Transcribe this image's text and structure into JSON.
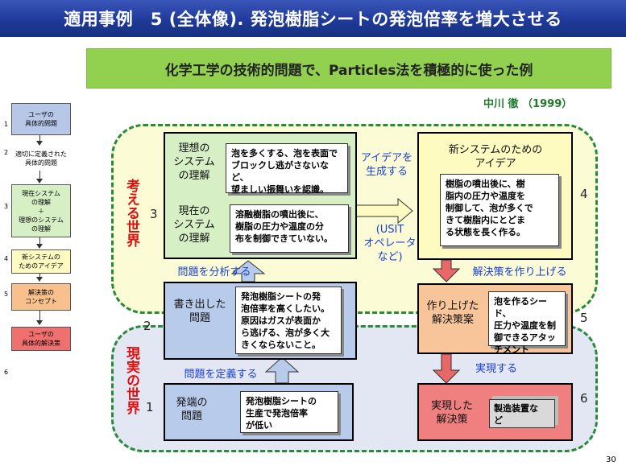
{
  "title": "適用事例　5 (全体像).  発泡樹脂シートの発泡倍率を増大させる",
  "subtitle": "化学工学の技術的問題で、Particles法を積極的に使った例",
  "author": "中川 徹 （1999）",
  "page_number": "30",
  "left_flow": {
    "numbers": [
      "1",
      "2",
      "3",
      "4",
      "5",
      "6"
    ],
    "steps": [
      {
        "label": "ユーザの\n具体的問題",
        "color": "#b7c7e8"
      },
      {
        "label": "適切に定義された\n具体的問題",
        "color": "#ffffff"
      },
      {
        "label": "現在システム\nの理解\n＋\n理想のシステム\nの理解",
        "color": "#d6efc4"
      },
      {
        "label": "新システムの\nためのアイデア",
        "color": "#fdfbc0"
      },
      {
        "label": "解決策の\nコンセプト",
        "color": "#f8c08c"
      },
      {
        "label": "ユーザの\n具体的解決策",
        "color": "#f07070"
      }
    ]
  },
  "regions": {
    "think_world": "考える世界",
    "real_world": "現実の世界"
  },
  "numbers": {
    "n1": "1",
    "n2": "2",
    "n3": "3",
    "n4": "4",
    "n5": "5",
    "n6": "6"
  },
  "boxes": {
    "ideal_label": "理想の\nシステム\nの理解",
    "ideal_text": "泡を多くする、泡を表面で\nブロックし逃がさないなど、\n望ましい振舞いを認識。",
    "current_label": "現在の\nシステム\nの理解",
    "current_text": "溶融樹脂の噴出後に、\n樹脂の圧力や温度の分\n布を制御できていない。",
    "written_label": "書き出した\n問題",
    "written_text": "発泡樹脂シートの発\n泡倍率を高くしたい。\n原因はガスが表面か\nら逃げる、泡が多く大\nきくならないこと。",
    "origin_label": "発端の\n問題",
    "origin_text": "発泡樹脂シートの\n生産で発泡倍率\nが低い",
    "idea_label": "新システムのための\nアイデア",
    "idea_text": "樹脂の噴出後に、樹\n脂内の圧力や温度を\n制御して、泡が多くで\nきて樹脂内にとどま\nる状態を長く作る。",
    "solution_label": "作り上げた\n解決策案",
    "solution_text": "泡を作るシード、\n圧力や温度を制\n御できるアタッ\nチメント",
    "realized_label": "実現した\n解決策",
    "realized_text": "製造装置な\nど"
  },
  "arrows": {
    "define_problem": "問題を定義する",
    "analyze_problem": "問題を分析する",
    "generate_idea": "アイデアを\n生成する",
    "usit": "(USIT\nオペレータ\nなど)",
    "build_solution": "解決策を作り上げる",
    "realize": "実現する"
  },
  "colors": {
    "title_bar": "#1f3a9a",
    "banner": "#92d050",
    "think_region": "#fbfcd5",
    "real_region": "#e3e6f3",
    "region_border": "#2a8a3c",
    "blue_box": "#b9cbea",
    "yellow_box": "#fdfbc0",
    "orange_box": "#f8c59a",
    "red_box": "#f08080",
    "arrow_blue": "#b9cbea",
    "arrow_red": "#e86868",
    "arrow_yellow": "#fdfbc0"
  }
}
